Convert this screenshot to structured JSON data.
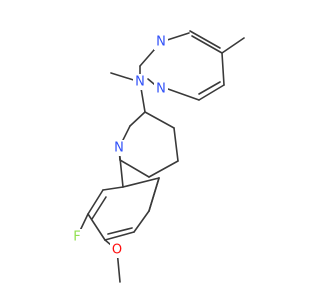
{
  "structure": {
    "atoms": [
      {
        "id": "N_pyr_top",
        "symbol": "N",
        "color": "#3050F8"
      },
      {
        "id": "N_pyr_left",
        "symbol": "N",
        "color": "#3050F8"
      },
      {
        "id": "N_amine",
        "symbol": "N",
        "color": "#3050F8"
      },
      {
        "id": "N_pip",
        "symbol": "N",
        "color": "#3050F8"
      },
      {
        "id": "F",
        "symbol": "F",
        "color": "#90E050"
      },
      {
        "id": "O",
        "symbol": "O",
        "color": "#FF0D0D"
      }
    ],
    "bond_color": "#3a3a3a"
  }
}
